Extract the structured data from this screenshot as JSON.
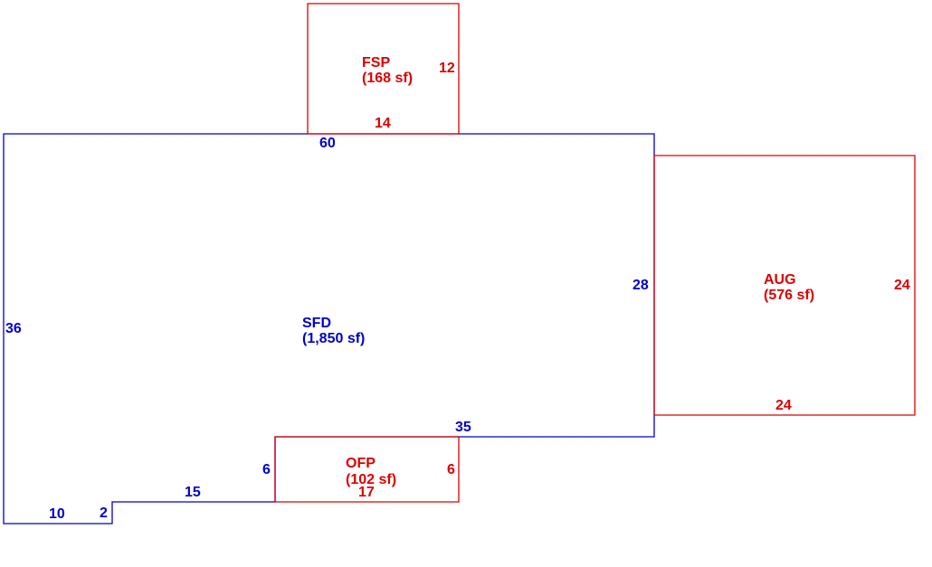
{
  "colors": {
    "main": "#0000cc",
    "addition": "#dd0000",
    "background": "#ffffff"
  },
  "areas": {
    "sfd": {
      "code": "SFD",
      "area": "(1,850 sf)"
    },
    "fsp": {
      "code": "FSP",
      "area": "(168 sf)"
    },
    "aug": {
      "code": "AUG",
      "area": "(576 sf)"
    },
    "ofp": {
      "code": "OFP",
      "area": "(102 sf)"
    }
  },
  "dimensions": {
    "sfd_top": "60",
    "sfd_left": "36",
    "sfd_right": "28",
    "sfd_notch_bottom": "35",
    "sfd_notch_side": "6",
    "sfd_step_top": "15",
    "sfd_step_side": "2",
    "sfd_bottom": "10",
    "fsp_side": "12",
    "fsp_bottom": "14",
    "aug_side": "24",
    "aug_bottom": "24",
    "ofp_side": "6",
    "ofp_bottom": "17"
  }
}
